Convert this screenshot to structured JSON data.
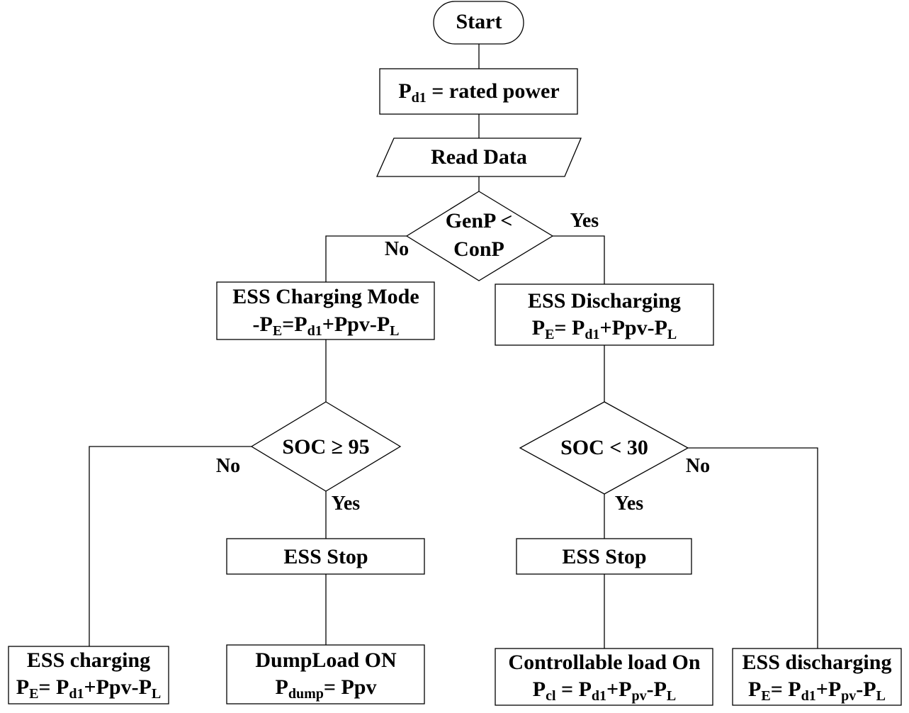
{
  "nodes": {
    "start": {
      "label": "Start"
    },
    "init": {
      "var": "P",
      "var_sub": "d1",
      "rest": " = rated power"
    },
    "read": {
      "label": "Read Data"
    },
    "decision_gen": {
      "line1": "GenP <",
      "line2": "ConP"
    },
    "charging_mode": {
      "line1": "ESS Charging Mode",
      "p_e": "-P",
      "e_sub": "E",
      "eq_p": "=P",
      "d1_sub": "d1",
      "mid": "+Ppv-P",
      "l_sub": "L"
    },
    "discharging": {
      "line1": "ESS Discharging",
      "p_e": "P",
      "e_sub": "E",
      "eq_p": "= P",
      "d1_sub": "d1",
      "mid": "+Ppv-P",
      "l_sub": "L"
    },
    "decision_soc_high": {
      "label": "SOC ≥ 95"
    },
    "decision_soc_low": {
      "label": "SOC < 30"
    },
    "stop_left": {
      "label": "ESS Stop"
    },
    "stop_right": {
      "label": "ESS Stop"
    },
    "ess_charging": {
      "line1": "ESS charging",
      "p_e": "P",
      "e_sub": "E",
      "eq_p": "= P",
      "d1_sub": "d1",
      "mid": "+Ppv-P",
      "l_sub": "L"
    },
    "dumpload": {
      "line1": "DumpLoad ON",
      "p": "P",
      "dump_sub": "dump",
      "rest": "= Ppv"
    },
    "controllable": {
      "line1": "Controllable load On",
      "p": "P",
      "cl_sub": "cl",
      "eq_p": " = P",
      "d1_sub": "d1",
      "plus_p": "+P",
      "pv_sub": "pv",
      "minus_p": "-P",
      "l_sub": "L"
    },
    "ess_discharging": {
      "line1": "ESS discharging",
      "p_e": "P",
      "e_sub": "E",
      "eq_p": "= P",
      "d1_sub": "d1",
      "plus_p": "+P",
      "pv_sub": "pv",
      "minus_p": "-P",
      "l_sub": "L"
    }
  },
  "labels": {
    "gen_yes": "Yes",
    "gen_no": "No",
    "soc_high_no": "No",
    "soc_high_yes": "Yes",
    "soc_low_yes": "Yes",
    "soc_low_no": "No"
  }
}
